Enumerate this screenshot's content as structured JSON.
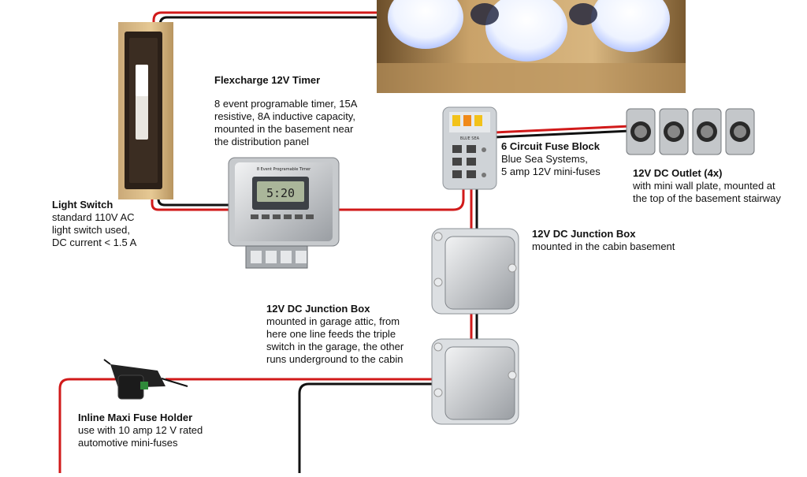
{
  "colors": {
    "wire_positive": "#d11a1a",
    "wire_negative": "#111111",
    "housing": "#d9dcdf",
    "fuse_yellow": "#f2c21a",
    "fuse_orange": "#f08a1a"
  },
  "labels": {
    "timer": {
      "title": "Flexcharge 12V Timer",
      "lines": [
        "8 event programable timer, 15A",
        "resistive, 8A inductive capacity,",
        "mounted in the basement near",
        "the distribution panel"
      ]
    },
    "switch": {
      "title": "Light Switch",
      "lines": [
        "standard 110V AC",
        "light switch used,",
        "DC current < 1.5 A"
      ]
    },
    "fuse_block": {
      "title": "6 Circuit Fuse Block",
      "lines": [
        "Blue Sea Systems,",
        "5 amp 12V mini-fuses"
      ]
    },
    "outlet": {
      "title": "12V DC Outlet (4x)",
      "lines": [
        "with mini wall plate, mounted at",
        "the top of the basement stairway"
      ]
    },
    "junction_cabin": {
      "title": "12V DC Junction Box",
      "lines": [
        "mounted in the cabin basement"
      ]
    },
    "junction_garage": {
      "title": "12V DC Junction Box",
      "lines": [
        "mounted in garage attic, from",
        "here one line feeds the triple",
        "switch in the garage, the other",
        "runs underground to the cabin"
      ]
    },
    "inline_fuse": {
      "title": "Inline Maxi Fuse Holder",
      "lines": [
        "use with 10 amp 12 V rated",
        "automotive mini-fuses"
      ]
    }
  },
  "devices": {
    "timer_title": "8 Event Programable Timer",
    "timer_display": "5:20",
    "fuse_block_brand": "BLUE SEA"
  },
  "icons": {
    "lights": "light-bulb-icon",
    "switch": "rocker-switch-icon",
    "timer": "timer-icon",
    "fuse_block": "fuse-block-icon",
    "outlet": "dc-outlet-icon",
    "junction": "junction-box-icon",
    "inline_fuse": "inline-fuse-icon"
  }
}
